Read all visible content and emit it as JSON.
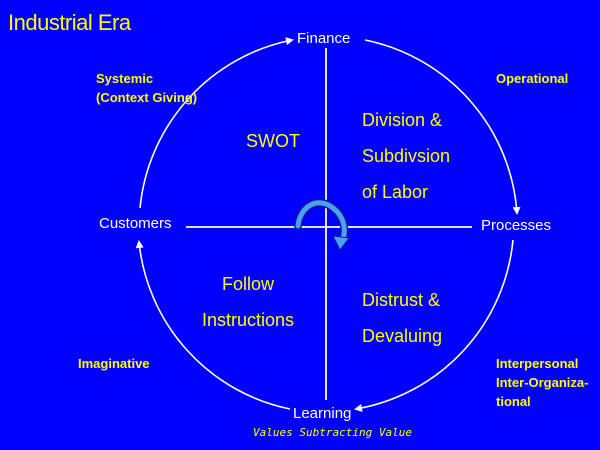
{
  "title": "Industrial Era",
  "axes": {
    "top": "Finance",
    "right": "Processes",
    "bottom": "Learning",
    "left": "Customers"
  },
  "corners": {
    "top_left": [
      "Systemic",
      "(Context Giving)"
    ],
    "top_right": [
      "Operational"
    ],
    "bottom_left": [
      "Imaginative"
    ],
    "bottom_right": [
      "Interpersonal",
      "Inter-Organiza-",
      "tional"
    ]
  },
  "quadrants": {
    "top_left": [
      "SWOT"
    ],
    "top_right": [
      "Division &",
      "Subdivsion",
      "of Labor"
    ],
    "bottom_left": [
      "Follow",
      "Instructions"
    ],
    "bottom_right": [
      "Distrust &",
      "Devaluing"
    ]
  },
  "caption": "Values Subtracting Value",
  "colors": {
    "background": "#0000ff",
    "accent_text": "#ffff00",
    "lines": "#ffffff",
    "center_arrow": "#4aa0ff"
  },
  "icons": {
    "center": "circular-arrow-icon"
  }
}
